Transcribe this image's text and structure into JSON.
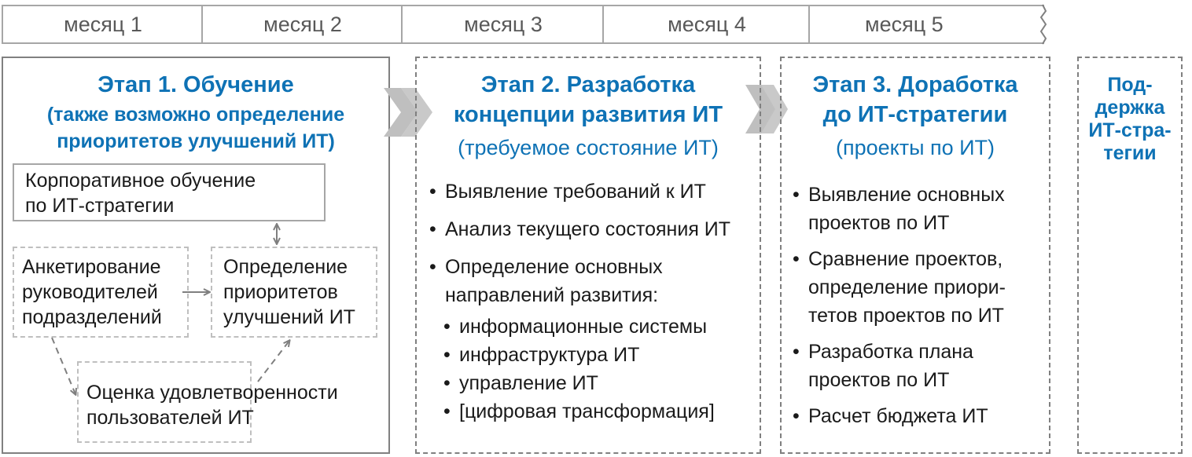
{
  "timeline": {
    "months": [
      "месяц 1",
      "месяц 2",
      "месяц 3",
      "месяц 4",
      "месяц 5"
    ]
  },
  "stage1": {
    "title_line1": "Этап 1. Обучение",
    "title_line2": "(также возможно определение",
    "title_line3": "приоритетов улучшений ИТ)",
    "corporate_training": [
      "Корпоративное обучение",
      "по ИТ-стратегии"
    ],
    "survey": [
      "Анкетирование",
      "руководителей",
      "подразделений"
    ],
    "priorities": [
      "Определение",
      "приоритетов",
      "улучшений ИТ"
    ],
    "satisfaction": [
      "Оценка удовлетворенности",
      "пользователей ИТ"
    ]
  },
  "stage2": {
    "title_line1": "Этап 2. Разработка",
    "title_line2": "концепции развития ИТ",
    "subtitle": "(требуемое состояние ИТ)",
    "bullets": [
      "Выявление требований к ИТ",
      "Анализ текущего состояния ИТ",
      "Определение основных",
      "направлений развития:"
    ],
    "sub_bullets": [
      "информационные системы",
      "инфраструктура ИТ",
      "управление ИТ",
      "[цифровая трансформация]"
    ]
  },
  "stage3": {
    "title_line1": "Этап 3. Доработка",
    "title_line2": "до ИТ-стратегии",
    "subtitle": "(проекты по ИТ)",
    "bullets": [
      [
        "Выявление основных",
        "проектов по ИТ"
      ],
      [
        "Сравнение проектов,",
        "определение приори-",
        "тетов проектов по ИТ"
      ],
      [
        "Разработка плана",
        "проектов по ИТ"
      ],
      [
        "Расчет бюджета ИТ"
      ]
    ]
  },
  "stage4": {
    "title_lines": [
      "Под-",
      "держка",
      "ИТ-стра-",
      "тегии"
    ]
  },
  "colors": {
    "accent": "#0e72b5",
    "chevron": "#bfbfbf",
    "border": "#808080"
  }
}
